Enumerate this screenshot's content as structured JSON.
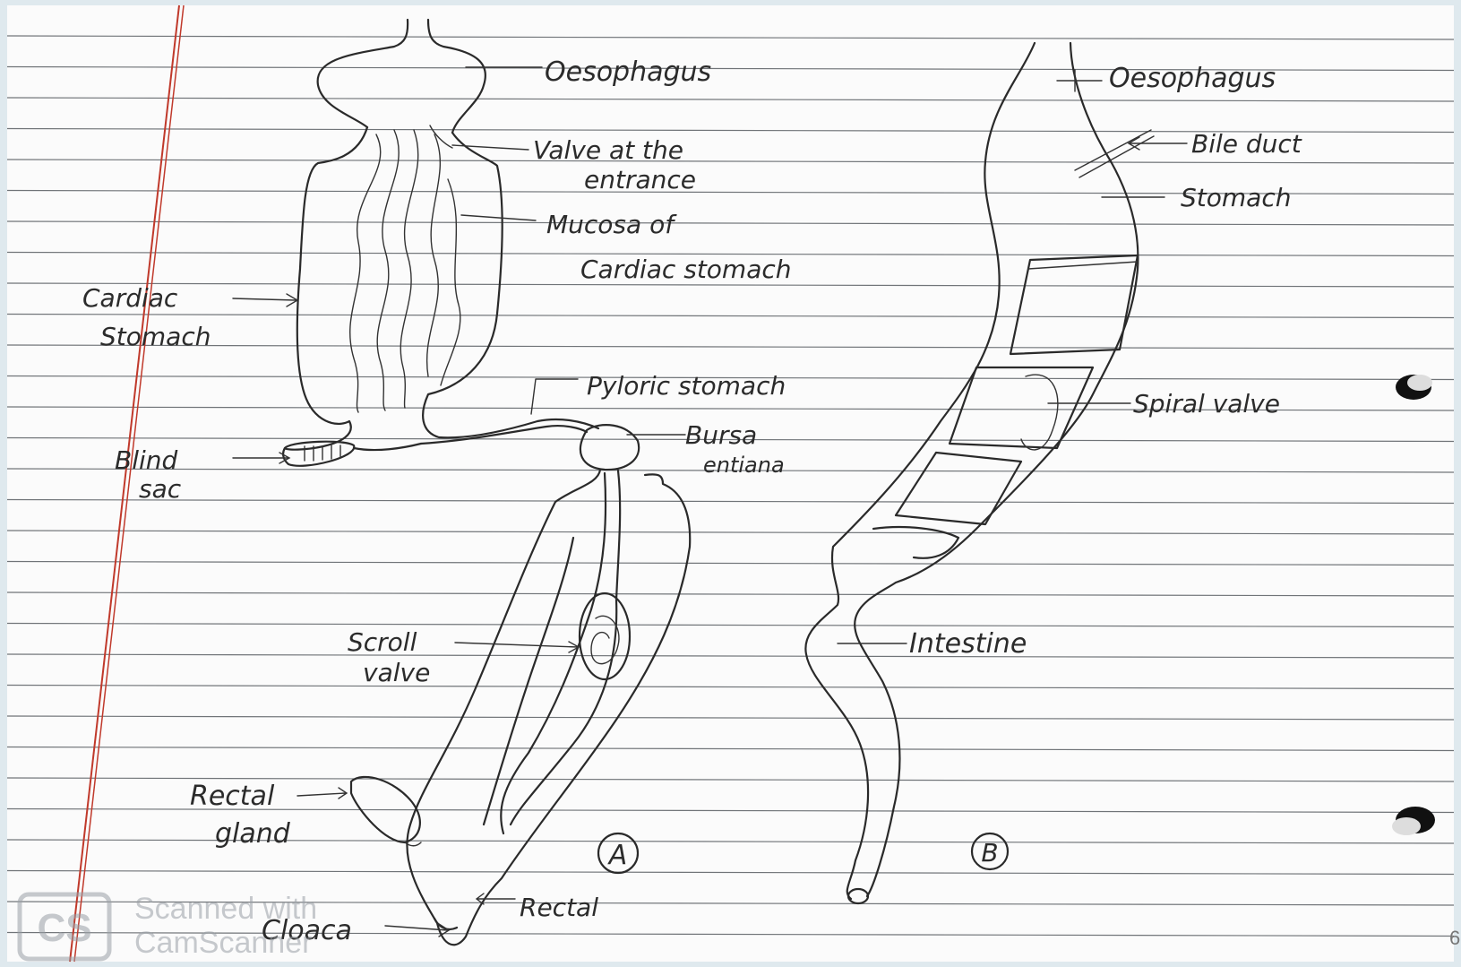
{
  "diagram_a": {
    "labels": {
      "oesophagus": "Oesophagus",
      "valve_entrance_1": "Valve at the",
      "valve_entrance_2": "entrance",
      "mucosa_1": "Mucosa of",
      "mucosa_2": "Cardiac stomach",
      "cardiac_1": "Cardiac",
      "cardiac_2": "Stomach",
      "pyloric": "Pyloric stomach",
      "bursa_1": "Bursa",
      "bursa_2": "entiana",
      "blind_1": "Blind",
      "blind_2": "sac",
      "scroll_1": "Scroll",
      "scroll_2": "valve",
      "rectal_gland_1": "Rectal",
      "rectal_gland_2": "gland",
      "rectal": "Rectal",
      "cloaca": "Cloaca"
    },
    "figure_mark": "A"
  },
  "diagram_b": {
    "labels": {
      "oesophagus": "Oesophagus",
      "bile_duct": "Bile duct",
      "stomach": "Stomach",
      "spiral_valve": "Spiral valve",
      "intestine": "Intestine"
    },
    "figure_mark": "B"
  },
  "watermark": {
    "logo": "CS",
    "line1": "Scanned with",
    "line2": "CamScanner"
  },
  "page_number": "6",
  "colors": {
    "paper": "#fbfbfb",
    "rule": "#707478",
    "margin_line": "#c0392b",
    "ink": "#2a2a2a",
    "frame": "#dfe9ee"
  }
}
